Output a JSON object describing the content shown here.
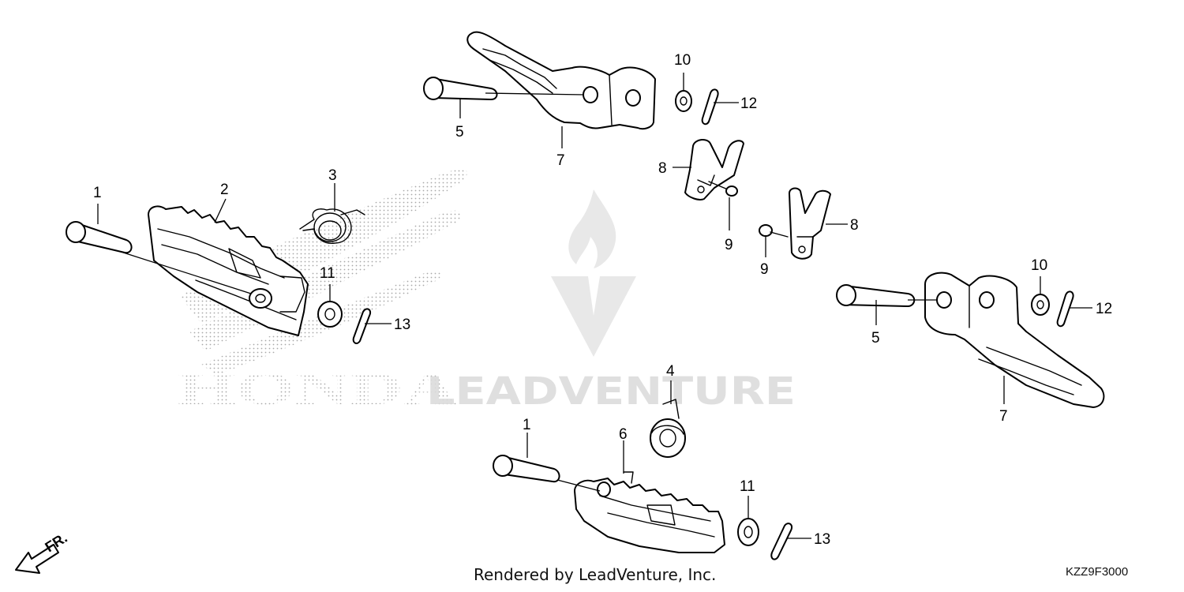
{
  "diagram_code": "KZZ9F3000",
  "credit": "Rendered by LeadVenture, Inc.",
  "direction_label": "FR.",
  "watermark": {
    "honda_text": "HONDA",
    "leadventure_text": "LEADVENTURE"
  },
  "callouts": [
    "1",
    "2",
    "3",
    "11",
    "13",
    "5",
    "7",
    "10",
    "12",
    "8",
    "9",
    "9",
    "8",
    "10",
    "12",
    "5",
    "7",
    "4",
    "1",
    "6",
    "11",
    "13"
  ],
  "colors": {
    "line": "#000000",
    "watermark": "#c8c8c8"
  }
}
